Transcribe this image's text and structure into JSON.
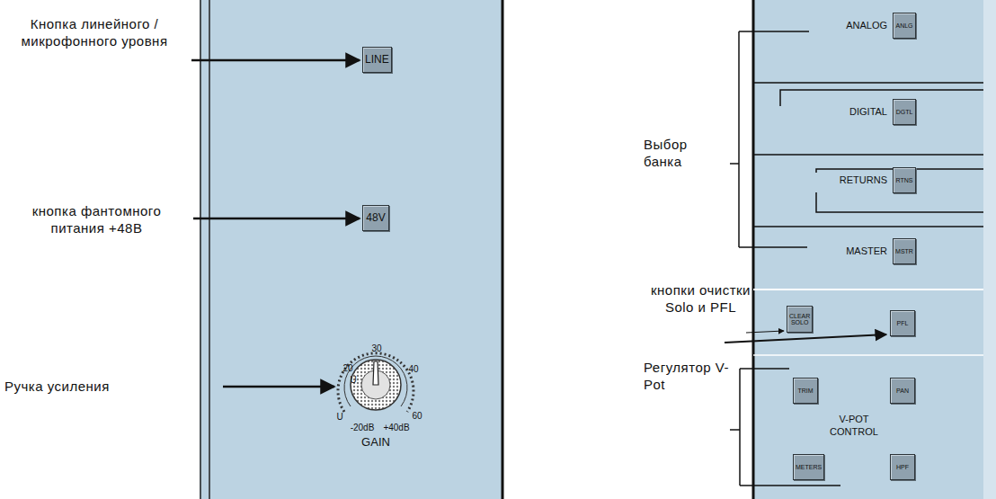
{
  "diagram": {
    "nodes": [
      {
        "text": [
          "LINE"
        ]
      },
      {
        "text": [
          "48V"
        ]
      },
      {
        "text": [
          "ANLG"
        ]
      },
      {
        "text": [
          "DGTL"
        ]
      },
      {
        "text": [
          "RTNS"
        ]
      },
      {
        "text": [
          "MSTR"
        ]
      },
      {
        "text": [
          "CLEAR SOLO"
        ]
      },
      {
        "text": [
          "PFL"
        ]
      },
      {
        "text": [
          "TRIM"
        ]
      },
      {
        "text": [
          "PAN"
        ]
      },
      {
        "text": [
          "METERS"
        ]
      },
      {
        "text": [
          "HPF"
        ]
      }
    ],
    "labels": [
      "Кнопка линейного / микрофонного уровня",
      "кнопка фантомного питания +48В",
      "Ручка усиления",
      "Выбор банка",
      "кнопки очистки Solo и PFL",
      "Регулятор V-Pot",
      "30",
      "20",
      "U",
      "40",
      "U",
      "60",
      "-20dB",
      "+40dB",
      "GAIN",
      "ANALOG",
      "DIGITAL",
      "RETURNS",
      "MASTER",
      "V-POT CONTROL"
    ]
  }
}
